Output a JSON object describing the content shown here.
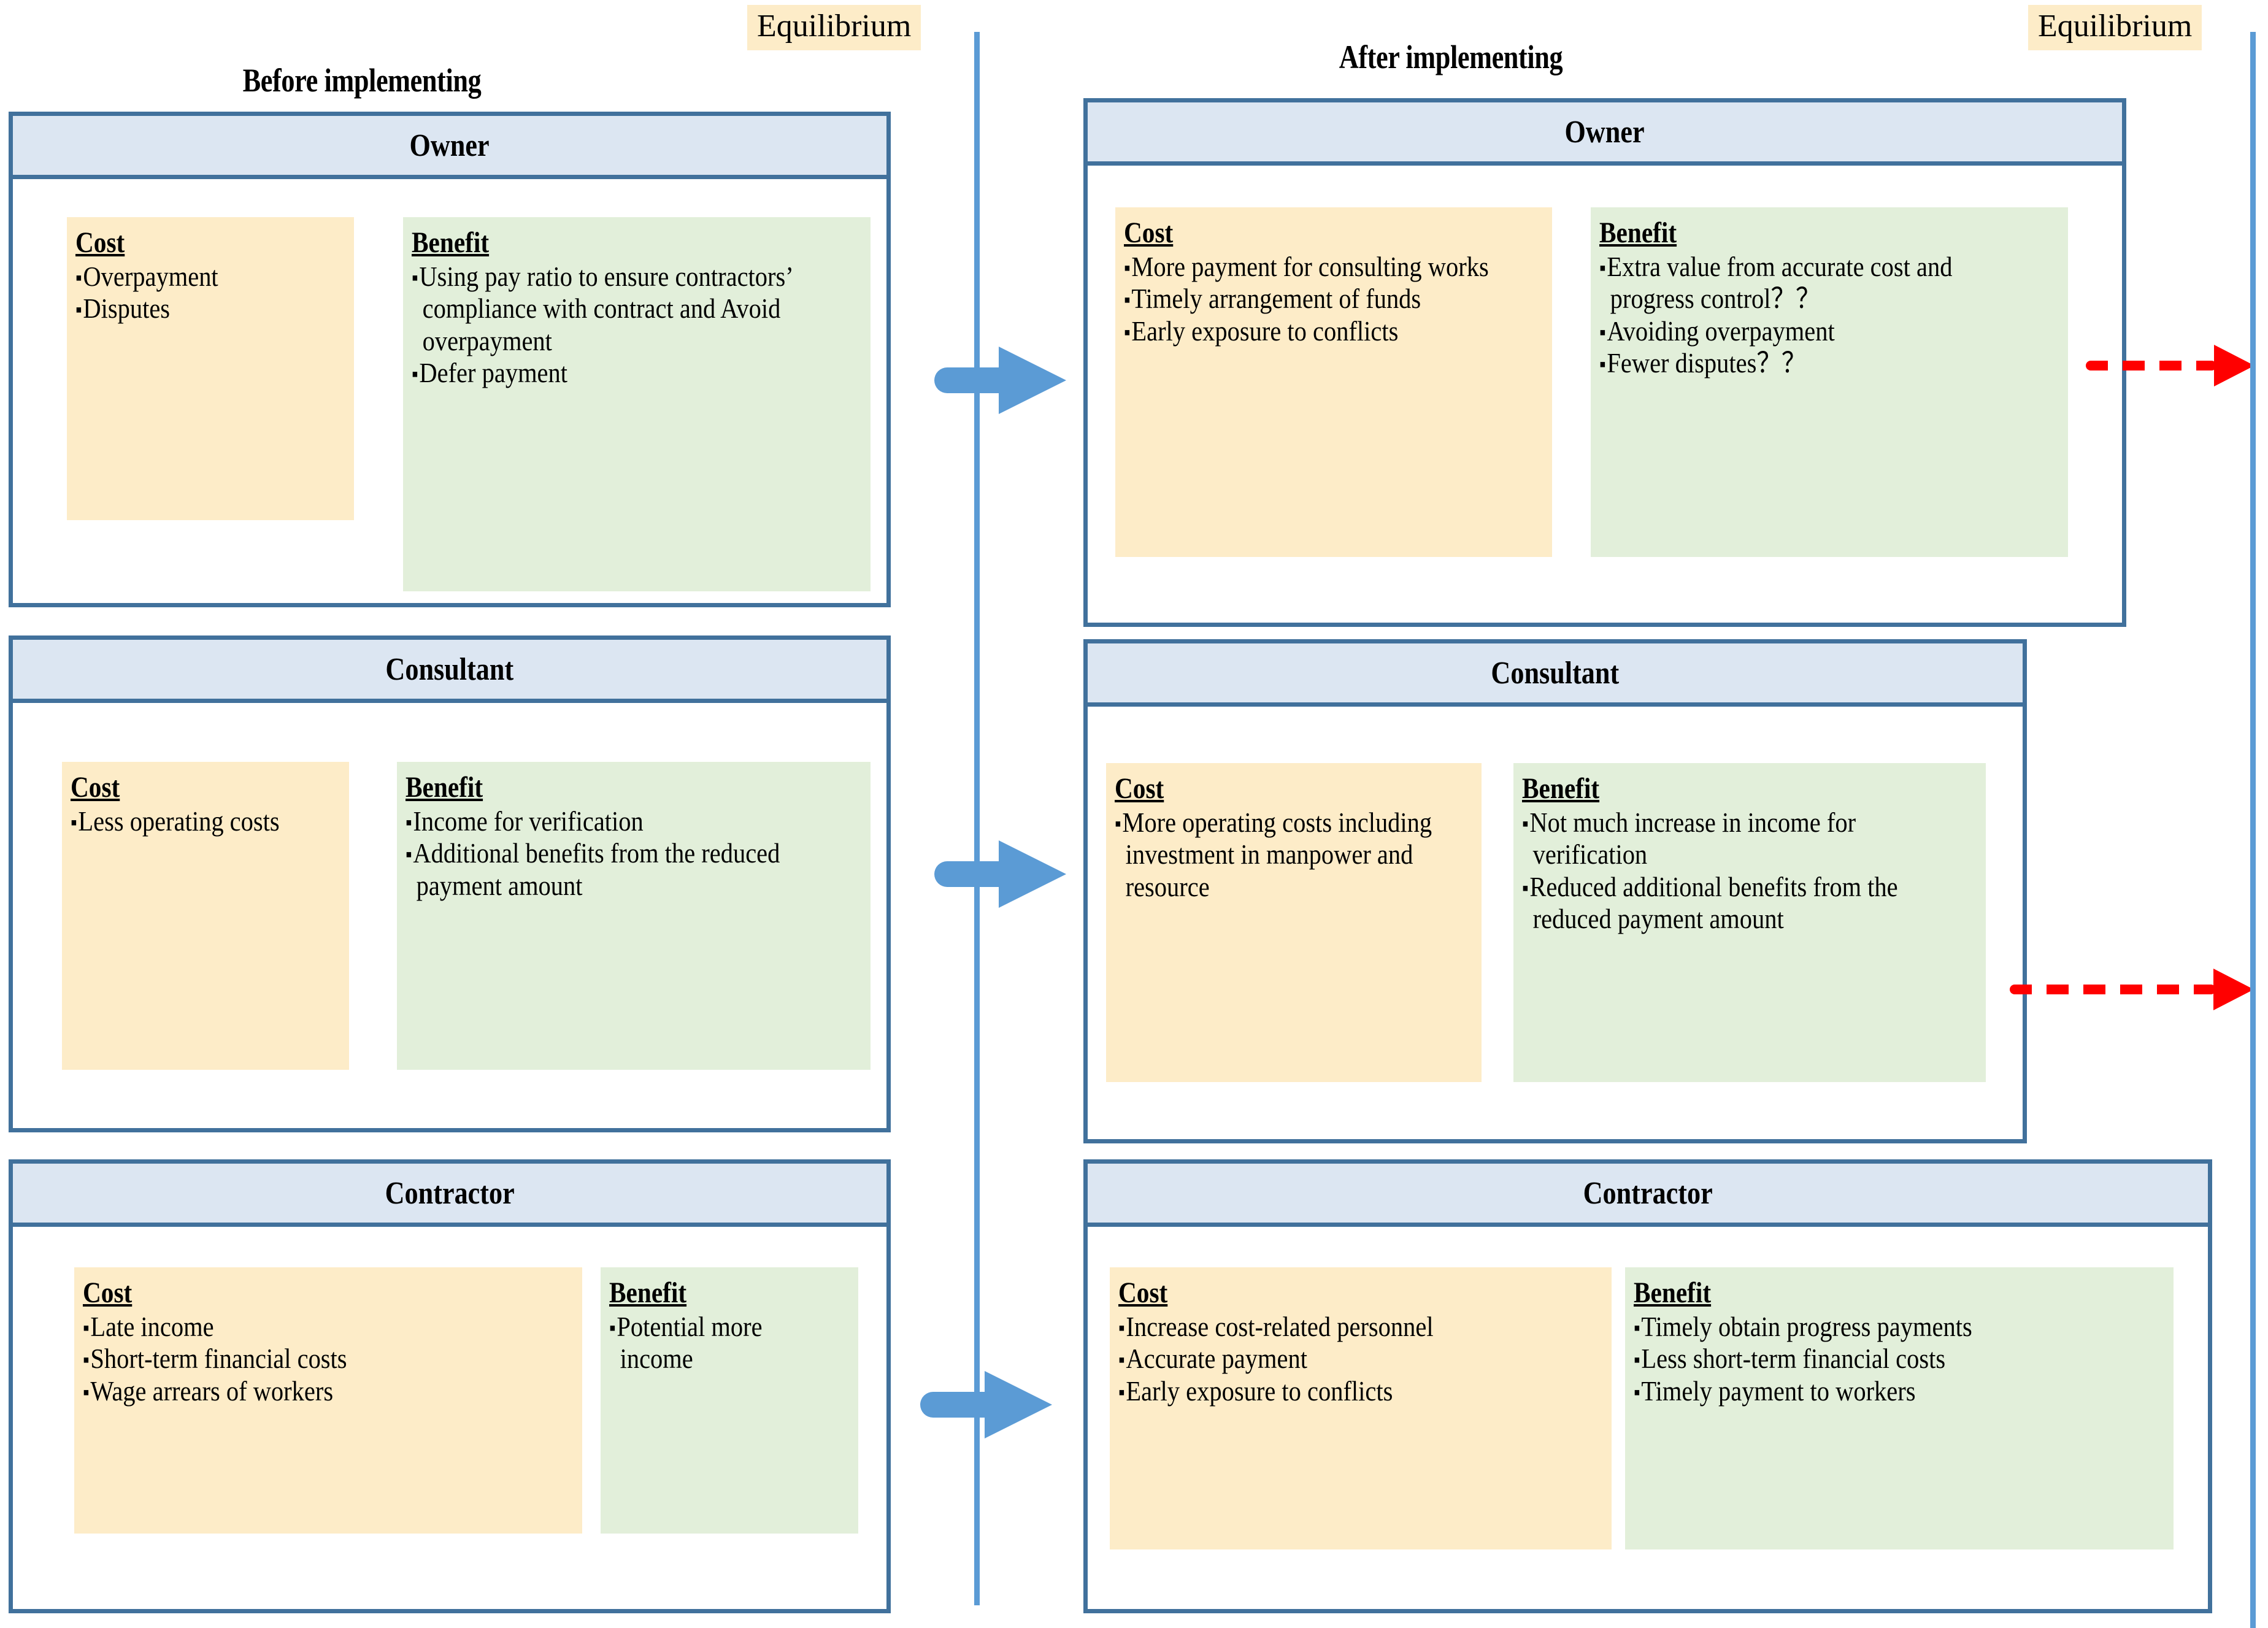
{
  "colors": {
    "panel_border": "#41719c",
    "panel_header_fill": "#dce6f2",
    "cost_fill": "#fdecc8",
    "benefit_fill": "#e2efda",
    "blue_arrow": "#5b9bd5",
    "red_arrow": "#ff0000",
    "equilibrium_line": "#5b9bd5",
    "equilibrium_tag_fill": "#fdecc8",
    "background": "#ffffff"
  },
  "sections": {
    "before": {
      "title": "Before implementing"
    },
    "after": {
      "title": "After implementing"
    }
  },
  "equilibrium": {
    "left_label": "Equilibrium",
    "right_label": "Equilibrium"
  },
  "labels": {
    "cost_heading": "Cost",
    "benefit_heading": "Benefit"
  },
  "before": {
    "owner": {
      "title": "Owner",
      "cost": [
        "Overpayment",
        "Disputes"
      ],
      "benefit": [
        "Using pay ratio to ensure contractors’ compliance with contract and Avoid overpayment",
        "Defer payment"
      ]
    },
    "consultant": {
      "title": "Consultant",
      "cost": [
        "Less operating costs"
      ],
      "benefit": [
        "Income for verification",
        "Additional benefits from the reduced payment amount"
      ]
    },
    "contractor": {
      "title": "Contractor",
      "cost": [
        "Late income",
        "Short-term financial costs",
        "Wage arrears of workers"
      ],
      "benefit": [
        "Potential more income"
      ]
    }
  },
  "after": {
    "owner": {
      "title": "Owner",
      "cost": [
        "More payment for consulting works",
        "Timely arrangement of funds",
        "Early exposure to conflicts"
      ],
      "benefit": [
        "Extra value from accurate cost and progress control？？",
        "Avoiding overpayment",
        "Fewer disputes？？"
      ]
    },
    "consultant": {
      "title": "Consultant",
      "cost": [
        "More operating costs including investment in manpower and resource"
      ],
      "benefit": [
        "Not much increase in income for verification",
        "Reduced additional benefits from the reduced payment amount"
      ]
    },
    "contractor": {
      "title": "Contractor",
      "cost": [
        "Increase cost-related personnel",
        "Accurate payment",
        "Early exposure to conflicts"
      ],
      "benefit": [
        "Timely obtain progress payments",
        "Less short-term financial costs",
        "Timely payment to workers"
      ]
    }
  }
}
